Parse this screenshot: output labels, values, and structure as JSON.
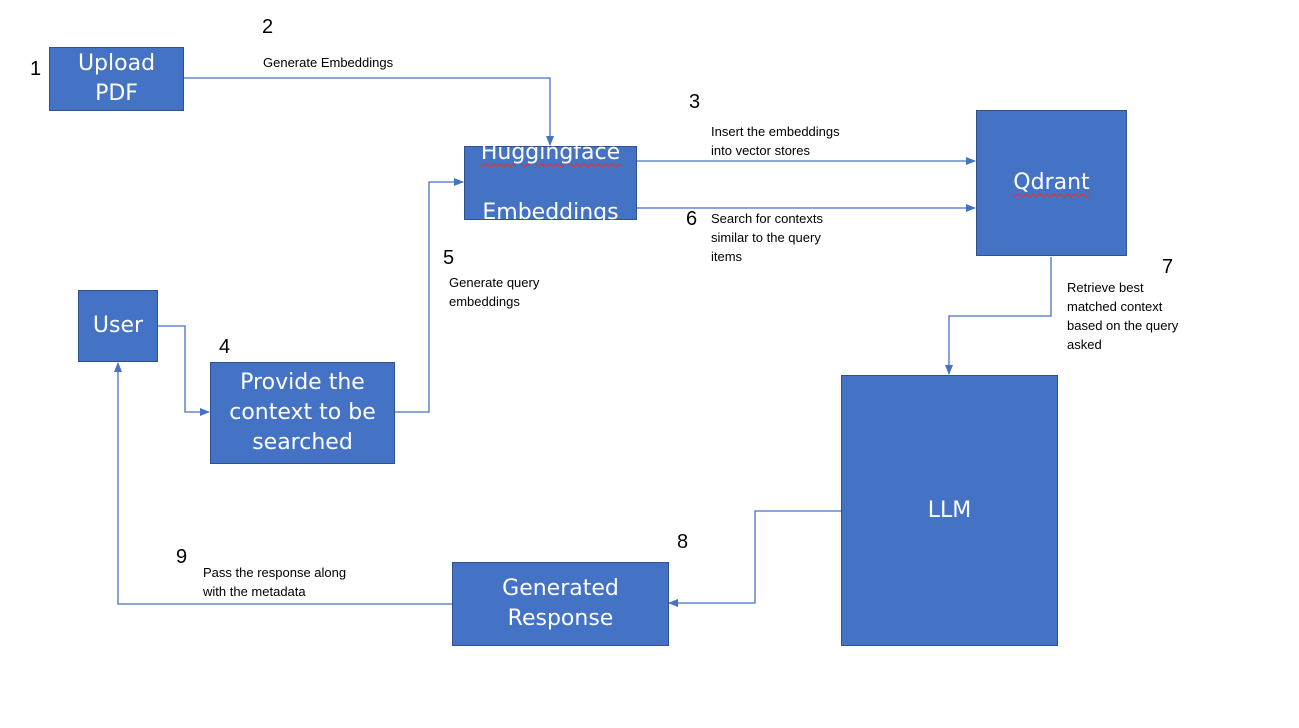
{
  "nodes": {
    "upload_pdf": "Upload\nPDF",
    "huggingface_line1": "Huggingface",
    "huggingface_line2": "Embeddings",
    "qdrant": "Qdrant",
    "user": "User",
    "provide_context": "Provide the\ncontext to be\nsearched",
    "llm": "LLM",
    "generated_response": "Generated\nResponse"
  },
  "steps": [
    {
      "number": "1"
    },
    {
      "number": "2",
      "label": "Generate Embeddings"
    },
    {
      "number": "3",
      "label": "Insert the embeddings\ninto vector stores"
    },
    {
      "number": "4"
    },
    {
      "number": "5",
      "label": "Generate query\nembeddings"
    },
    {
      "number": "6",
      "label": "Search for contexts\nsimilar to the query\nitems"
    },
    {
      "number": "7",
      "label": "Retrieve best\nmatched context\nbased on the query\nasked"
    },
    {
      "number": "8"
    },
    {
      "number": "9",
      "label": "Pass the response along\nwith the metadata"
    }
  ],
  "colors": {
    "node_fill": "#4472c4",
    "node_border": "#2f528f",
    "connector": "#4472c4",
    "spellcheck_underline": "#e03030"
  }
}
